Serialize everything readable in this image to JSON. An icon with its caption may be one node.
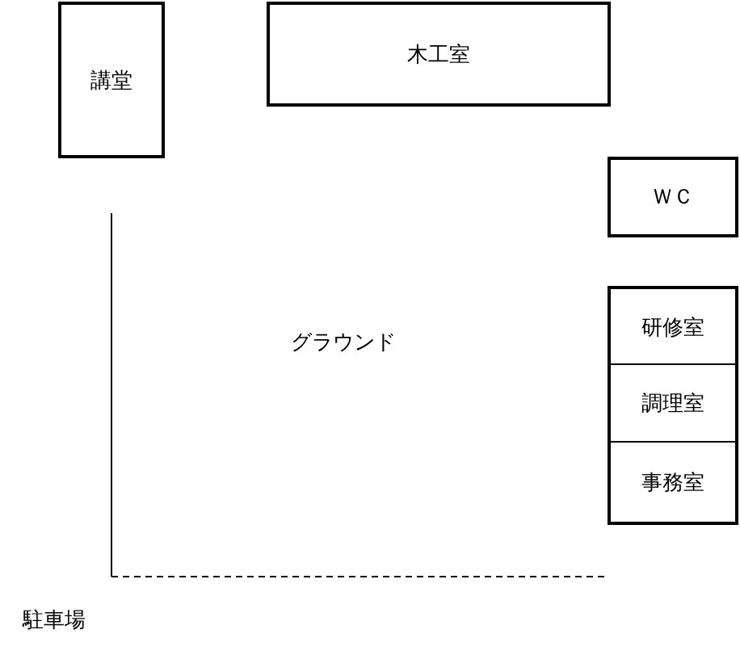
{
  "diagram": {
    "nodes": [
      {
        "text": [
          "講堂"
        ]
      },
      {
        "text": [
          "木工室"
        ]
      },
      {
        "text": [
          "ＷＣ"
        ]
      },
      {
        "text": [
          "研修室"
        ]
      },
      {
        "text": [
          "調理室"
        ]
      },
      {
        "text": [
          "事務室"
        ]
      }
    ],
    "labels": [
      "グラウンド",
      "駐車場"
    ]
  }
}
